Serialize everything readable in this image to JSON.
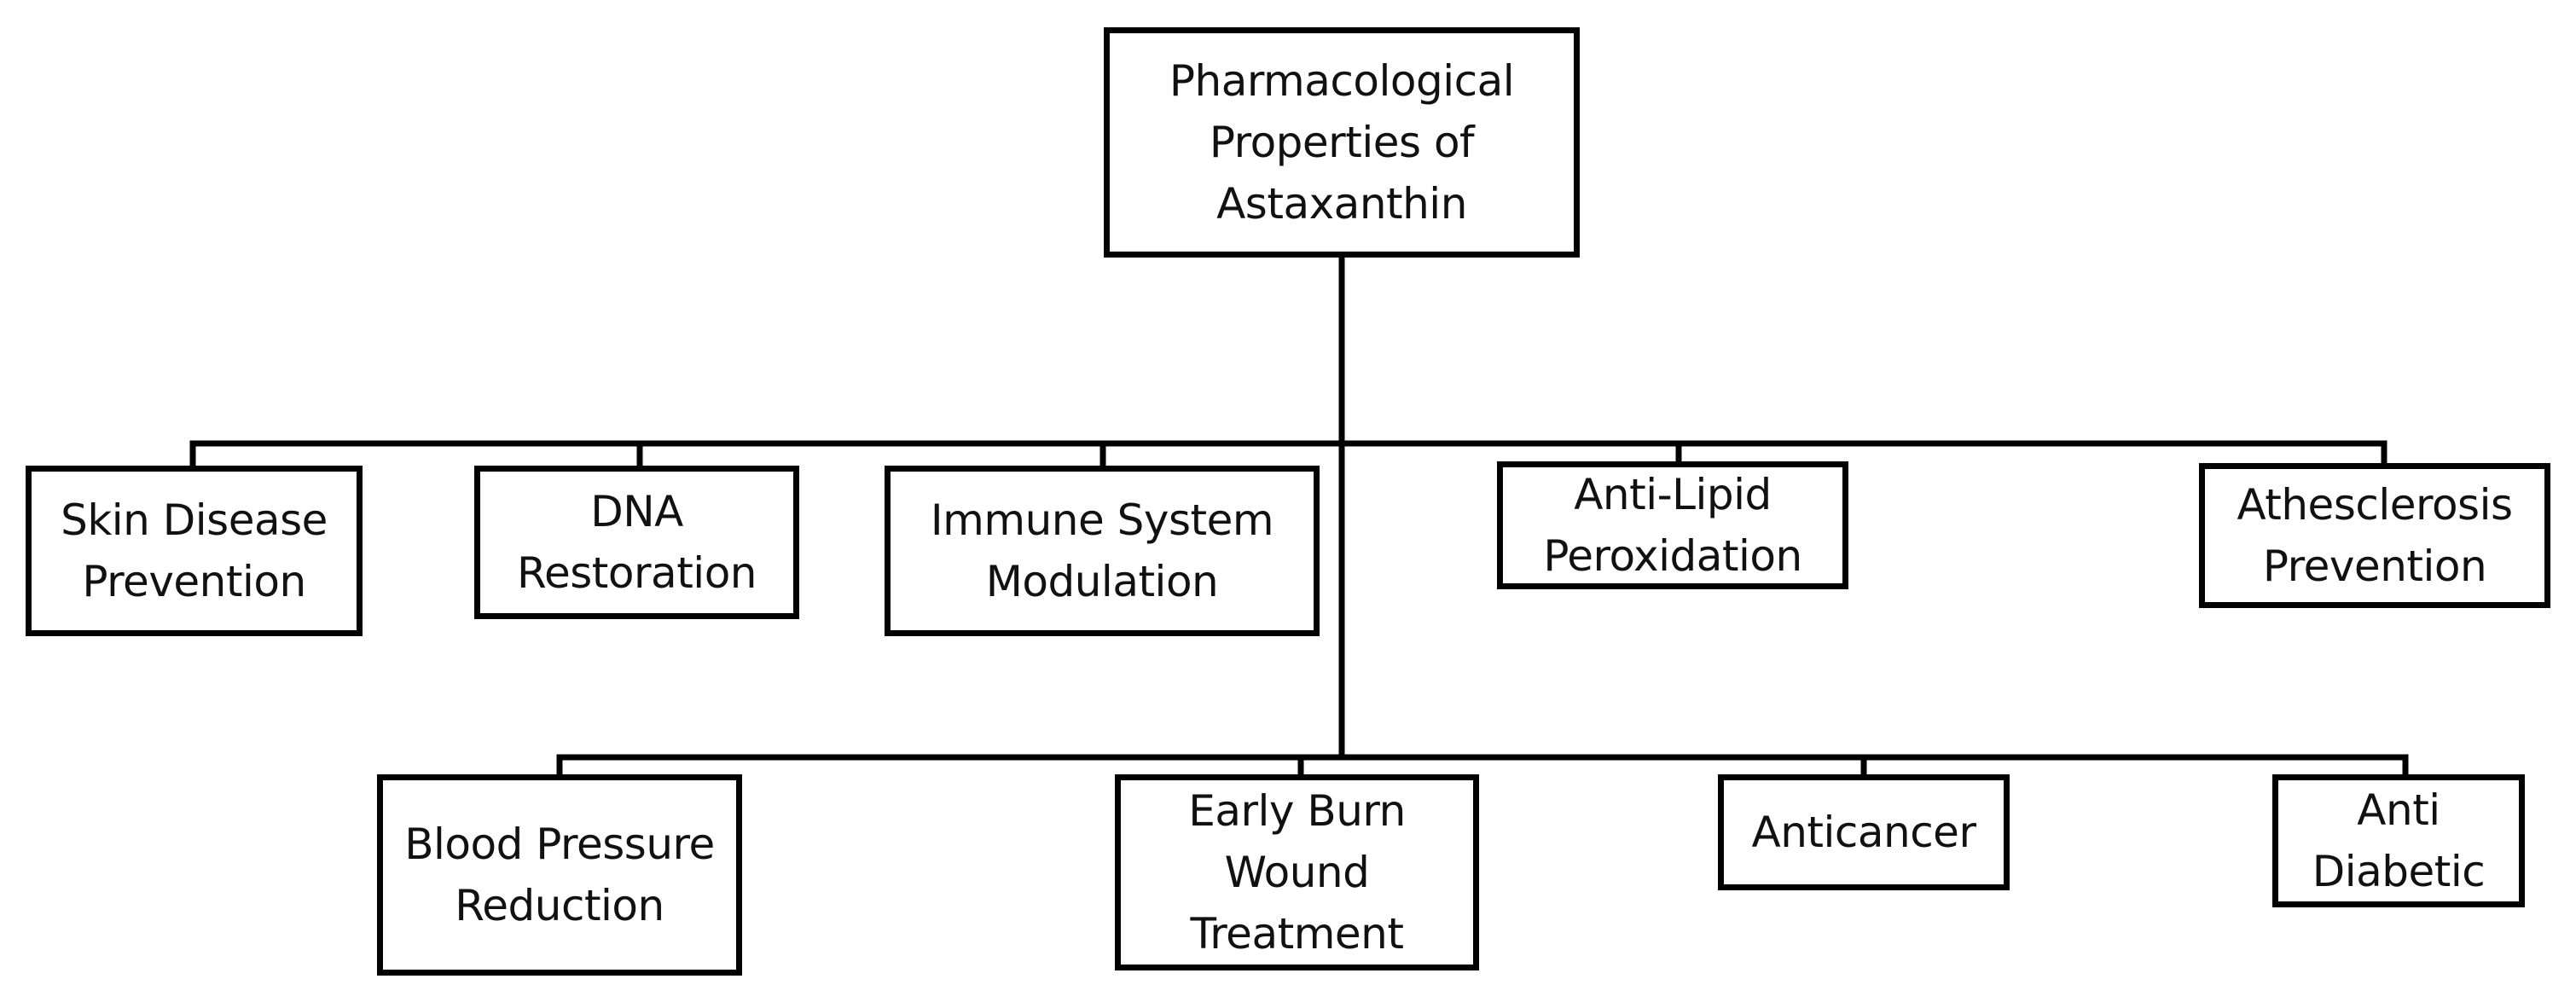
{
  "root": {
    "label": "Pharmacological\nProperties of\nAstaxanthin"
  },
  "upper_row": [
    {
      "label": "Skin Disease\nPrevention"
    },
    {
      "label": "DNA\nRestoration"
    },
    {
      "label": "Immune System\nModulation"
    },
    {
      "label": "Anti-Lipid\nPeroxidation"
    },
    {
      "label": "Athesclerosis\nPrevention"
    }
  ],
  "lower_row": [
    {
      "label": "Blood Pressure\nReduction"
    },
    {
      "label": "Early Burn\nWound\nTreatment"
    },
    {
      "label": "Anticancer"
    },
    {
      "label": "Anti\nDiabetic"
    }
  ],
  "colors": {
    "line": "#000000",
    "box_border": "#000000",
    "box_fill": "#ffffff",
    "text": "#111111"
  }
}
